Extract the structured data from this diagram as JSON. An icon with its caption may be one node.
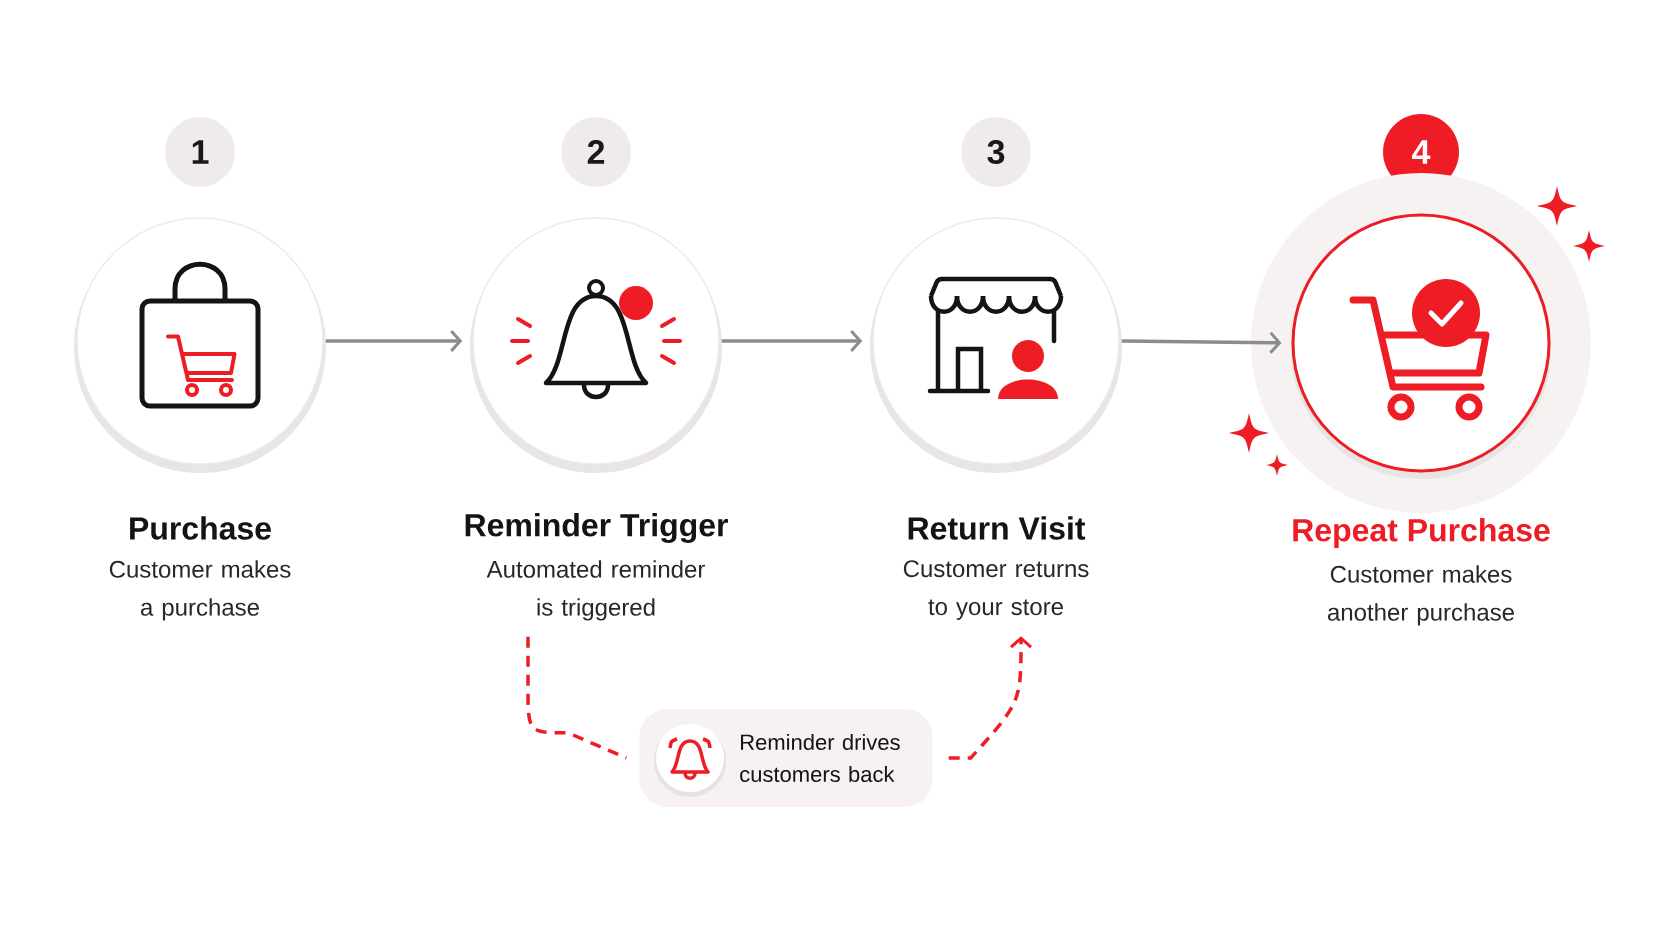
{
  "diagram": {
    "nodes": [
      {
        "text": [
          "1"
        ]
      },
      {
        "text": [
          "Purchase",
          "Customer makes a purchase"
        ]
      },
      {
        "text": [
          "2"
        ]
      },
      {
        "text": [
          "Reminder Trigger",
          "Automated reminder is triggered"
        ]
      },
      {
        "text": [
          "3"
        ]
      },
      {
        "text": [
          "Return Visit",
          "Customer returns to your store"
        ]
      },
      {
        "text": [
          "4"
        ]
      },
      {
        "text": [
          "Repeat Purchase",
          "Customer makes another purchase"
        ]
      },
      {
        "text": [
          "Reminder drives customers back"
        ]
      }
    ],
    "edges": [
      {
        "from": 1,
        "to": 3,
        "arrow": "to"
      },
      {
        "from": 3,
        "to": 5,
        "arrow": "to"
      },
      {
        "from": 5,
        "to": 7,
        "arrow": "to"
      },
      {
        "from": 3,
        "to": 8,
        "arrow": "none",
        "style": "dashed",
        "color": "#ee1c24"
      },
      {
        "from": 8,
        "to": 5,
        "arrow": "to",
        "style": "dashed",
        "color": "#ee1c24"
      }
    ]
  }
}
